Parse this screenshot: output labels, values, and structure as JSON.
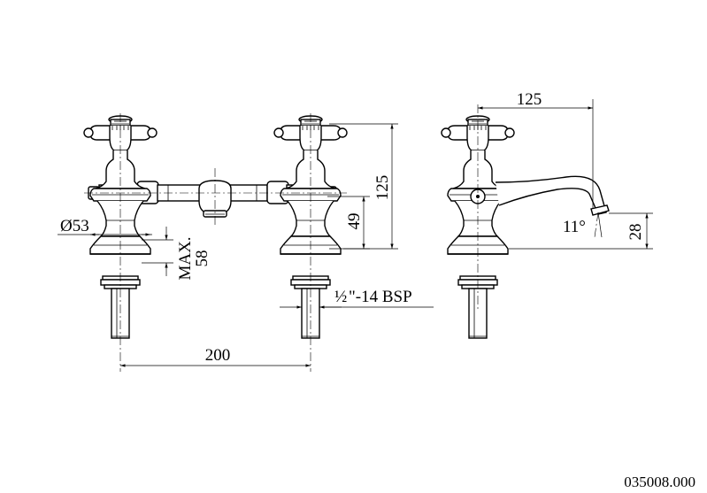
{
  "dimensions": {
    "handle_height": "125",
    "spout_reach": "125",
    "spout_height_49": "49",
    "flange_dia": "Ø53",
    "max_label": "MAX.",
    "max_value": "58",
    "thread_half": "½",
    "thread_rest": "\"-14 BSP",
    "centres": "200",
    "spout_angle": "11°",
    "outlet_height": "28"
  },
  "drawing_number": "035008.000"
}
